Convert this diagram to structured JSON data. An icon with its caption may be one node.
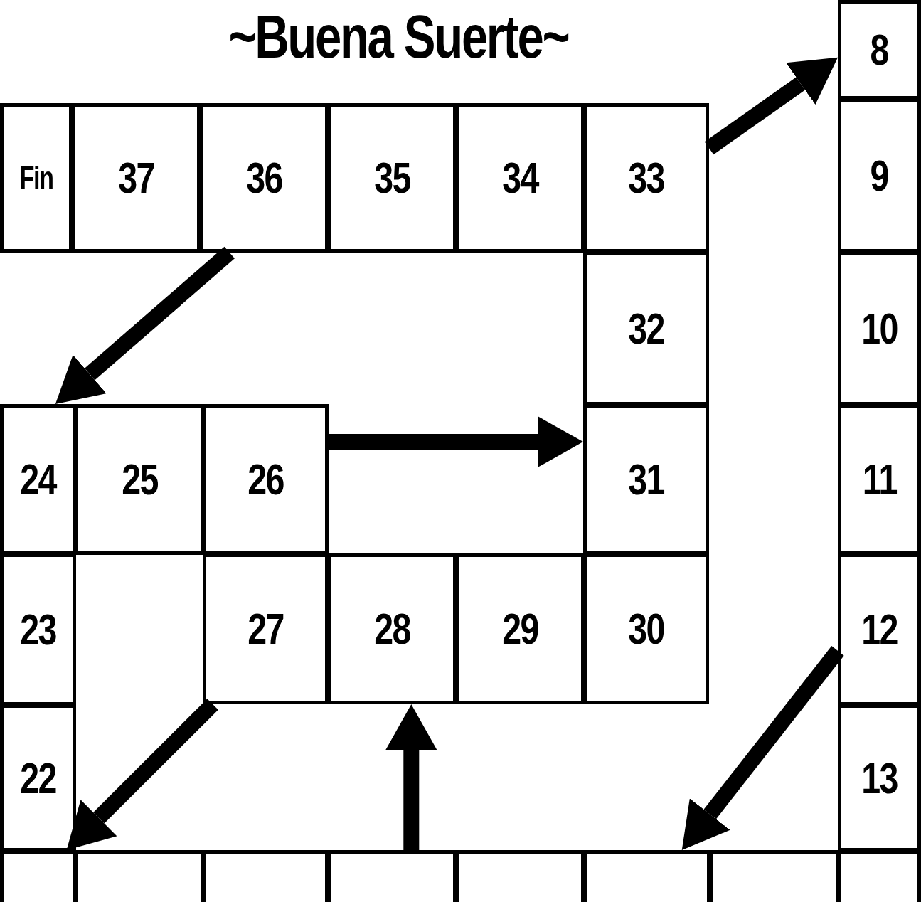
{
  "diagram": {
    "title": "~Buena Suerte~",
    "nodes": [
      {
        "text": [
          "8"
        ]
      },
      {
        "text": [
          "Fin"
        ]
      },
      {
        "text": [
          "37"
        ]
      },
      {
        "text": [
          "36"
        ]
      },
      {
        "text": [
          "35"
        ]
      },
      {
        "text": [
          "34"
        ]
      },
      {
        "text": [
          "33"
        ]
      },
      {
        "text": [
          "9"
        ]
      },
      {
        "text": [
          "32"
        ]
      },
      {
        "text": [
          "10"
        ]
      },
      {
        "text": [
          "24"
        ]
      },
      {
        "text": [
          "25"
        ]
      },
      {
        "text": [
          "26"
        ]
      },
      {
        "text": [
          "31"
        ]
      },
      {
        "text": [
          "11"
        ]
      },
      {
        "text": [
          "23"
        ]
      },
      {
        "text": [
          "27"
        ]
      },
      {
        "text": [
          "28"
        ]
      },
      {
        "text": [
          "29"
        ]
      },
      {
        "text": [
          "30"
        ]
      },
      {
        "text": [
          "12"
        ]
      },
      {
        "text": [
          "22"
        ]
      },
      {
        "text": [
          "13"
        ]
      },
      {
        "text": [],
        "shape": "box"
      },
      {
        "text": [],
        "shape": "box"
      },
      {
        "text": [],
        "shape": "box"
      },
      {
        "text": [],
        "shape": "box"
      },
      {
        "text": [],
        "shape": "box"
      },
      {
        "text": [],
        "shape": "box"
      },
      {
        "text": [],
        "shape": "box"
      },
      {
        "text": [],
        "shape": "box"
      }
    ],
    "edges": [
      {
        "from": 6,
        "to": 0,
        "arrow": "to"
      },
      {
        "from": 3,
        "to": 10,
        "arrow": "to"
      },
      {
        "from": 12,
        "to": 13,
        "arrow": "to"
      },
      {
        "from": 16,
        "to": 23,
        "arrow": "to"
      },
      {
        "from": 26,
        "to": 17,
        "arrow": "to"
      },
      {
        "from": 20,
        "to": 28,
        "arrow": "to"
      }
    ]
  }
}
